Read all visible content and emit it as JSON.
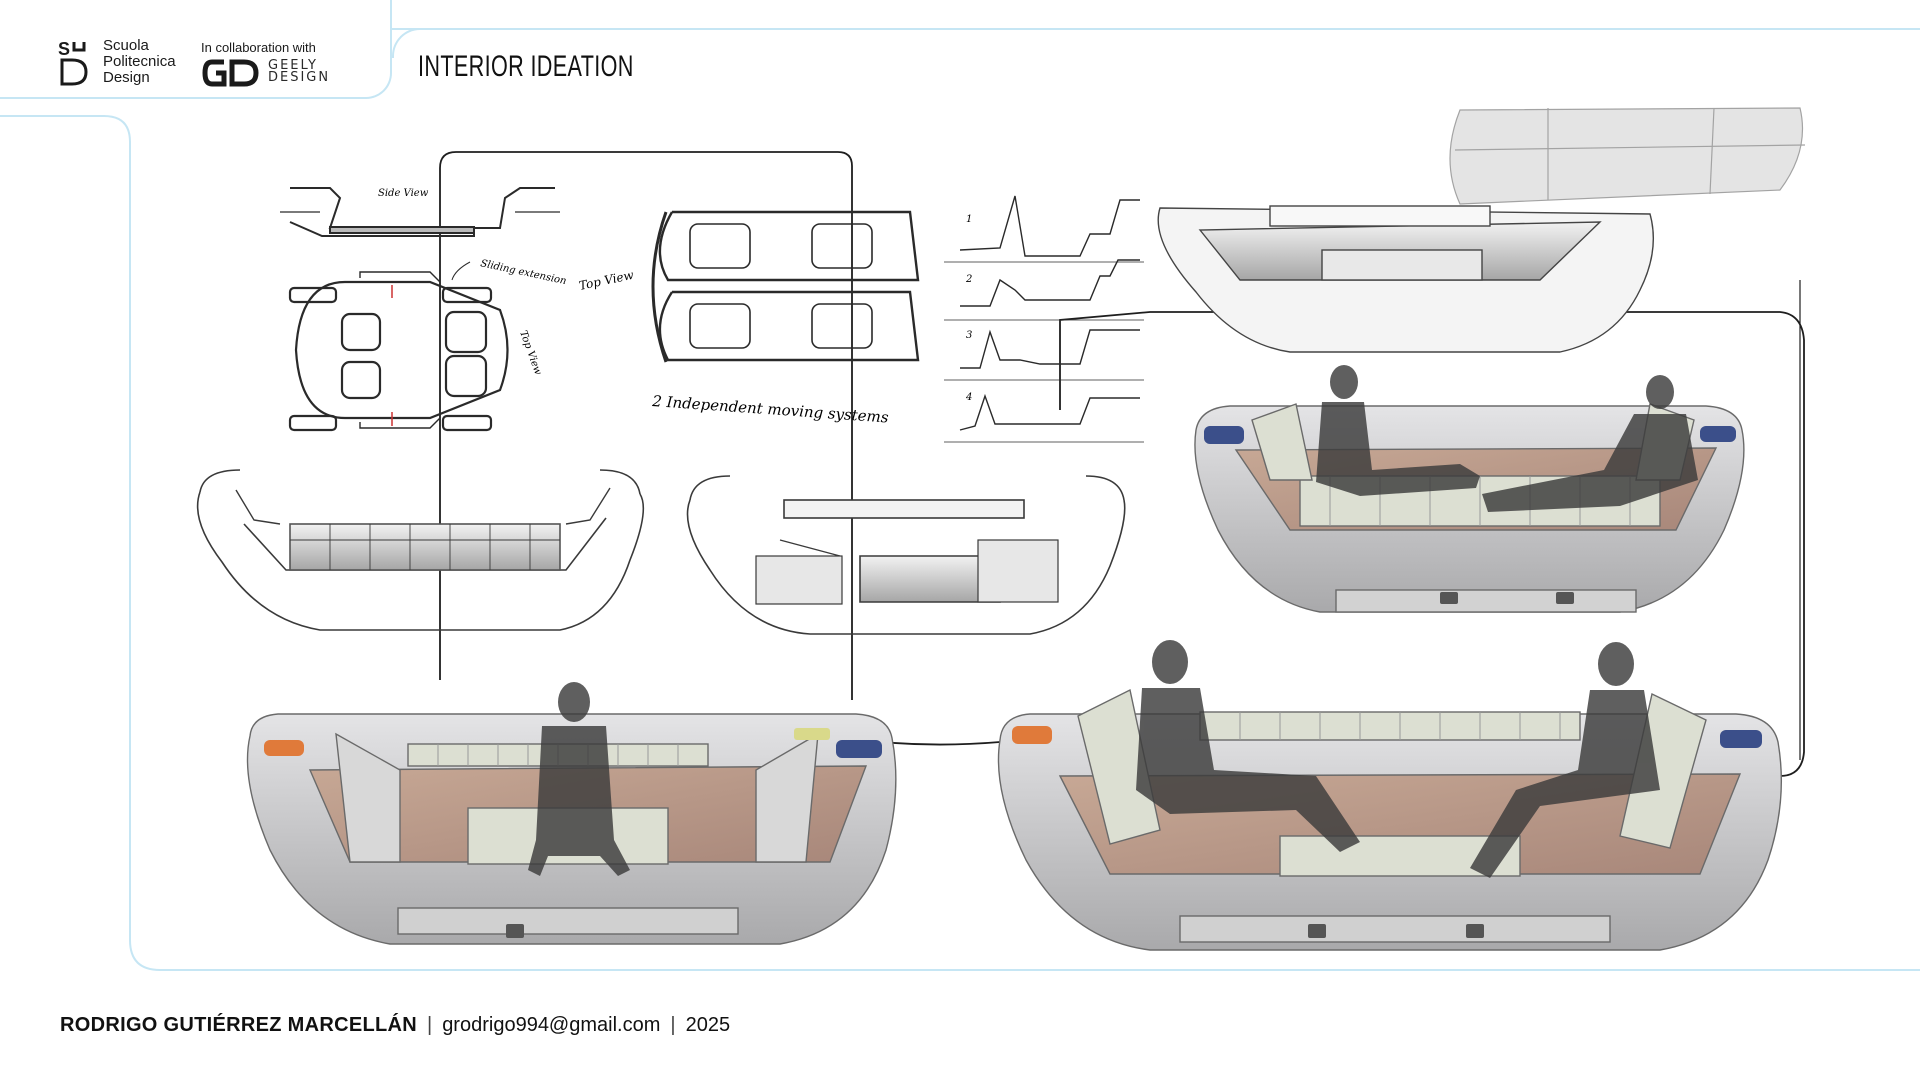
{
  "header": {
    "school_lines": [
      "Scuola",
      "Politecnica",
      "Design"
    ],
    "collab_text": "In collaboration with",
    "partner_lines": [
      "GEELY",
      "DESIGN"
    ],
    "slide_title": "INTERIOR IDEATION"
  },
  "sketch_notes": {
    "side_view": "Side View",
    "sliding_extension": "Sliding extension",
    "top_view_left": "Top View",
    "top_view_right": "Top View",
    "independent_systems": "2 Independent moving systems",
    "step_labels": [
      "1",
      "2",
      "3",
      "4"
    ]
  },
  "footer": {
    "author": "RODRIGO GUTIÉRREZ MARCELLÁN",
    "email": "grodrigo994@gmail.com",
    "year": "2025"
  },
  "colors": {
    "frame": "#c6e6f4",
    "seat": "#dcdfd2",
    "floor": "#b89884",
    "shell": "#c9c9ca",
    "silhouette": "#3c3c3c",
    "panel_accent": "#3b4f8a",
    "panel_orange": "#e07a3a"
  }
}
